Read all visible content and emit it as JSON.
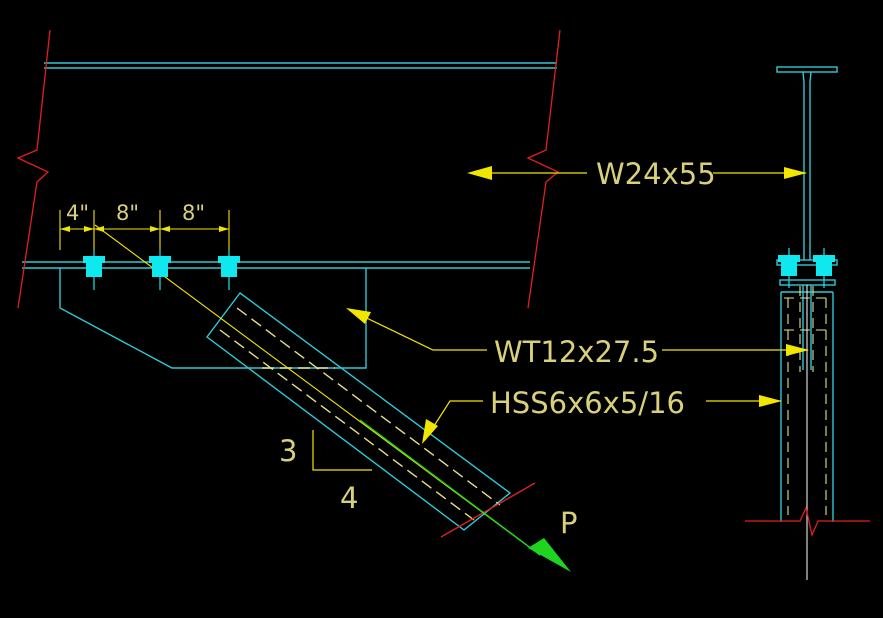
{
  "labels": {
    "beam": "W24x55",
    "tee": "WT12x27.5",
    "brace": "HSS6x6x5/16",
    "force": "P"
  },
  "dimensions": [
    "4\"",
    "8\"",
    "8\""
  ],
  "slope": {
    "rise": "3",
    "run": "4"
  },
  "colors": {
    "background": "#000000",
    "steel": "#2ec9d6",
    "hidden": "#e6e08a",
    "break_line": "#e0201e",
    "dimension": "#f2e600",
    "bolt": "#10e8f0",
    "force_arrow": "#1ed41e"
  },
  "icons": [
    "bolt-icon",
    "arrowhead-icon",
    "force-arrow-icon",
    "break-line-icon"
  ]
}
